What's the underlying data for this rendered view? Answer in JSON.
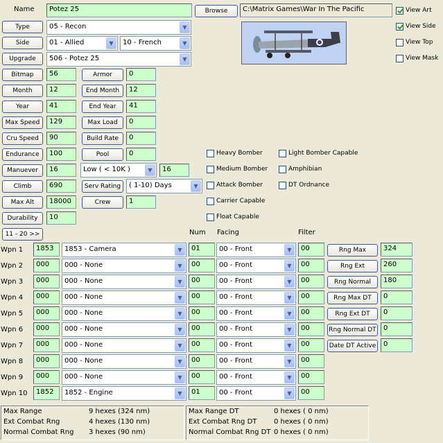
{
  "header": {
    "name_label": "Name",
    "name_value": "Potez 25",
    "browse_label": "Browse",
    "path_value": "C:\\Matrix Games\\War In The Pacific"
  },
  "view_options": [
    {
      "label": "View Art",
      "checked": true
    },
    {
      "label": "View Side",
      "checked": true
    },
    {
      "label": "View Top",
      "checked": false
    },
    {
      "label": "View Mask",
      "checked": false
    }
  ],
  "selectors": {
    "type_label": "Type",
    "type_value": "05 - Recon",
    "side_label": "Side",
    "side_value": "01 - Allied",
    "nation_value": "10 - French",
    "upgrade_label": "Upgrade",
    "upgrade_value": "506 - Potez 25"
  },
  "stats_left": [
    {
      "label": "Bitmap",
      "value": "56"
    },
    {
      "label": "Month",
      "value": "12"
    },
    {
      "label": "Year",
      "value": "41"
    },
    {
      "label": "Max Speed",
      "value": "129"
    },
    {
      "label": "Cru Speed",
      "value": "90"
    },
    {
      "label": "Endurance",
      "value": "100"
    },
    {
      "label": "Manuever",
      "value": "16"
    },
    {
      "label": "Climb",
      "value": "690"
    },
    {
      "label": "Max Alt",
      "value": "18000"
    },
    {
      "label": "Durability",
      "value": "10"
    }
  ],
  "stats_right": [
    {
      "label": "Armor",
      "value": "0"
    },
    {
      "label": "End Month",
      "value": "12"
    },
    {
      "label": "End Year",
      "value": "41"
    },
    {
      "label": "Max Load",
      "value": "0"
    },
    {
      "label": "Build Rate",
      "value": "0"
    },
    {
      "label": "Pool",
      "value": "0"
    }
  ],
  "altitude": {
    "select_value": "Low    ( < 10K )",
    "value": "16"
  },
  "serv_rating": {
    "label": "Serv Rating",
    "select_value": "( 1-10)  Days"
  },
  "crew": {
    "label": "Crew",
    "value": "1"
  },
  "capabilities_left": [
    {
      "label": "Heavy Bomber",
      "checked": false
    },
    {
      "label": "Medium Bomber",
      "checked": false
    },
    {
      "label": "Attack Bomber",
      "checked": false
    },
    {
      "label": "Carrier Capable",
      "checked": false
    },
    {
      "label": "Float Capable",
      "checked": false
    }
  ],
  "capabilities_right": [
    {
      "label": "Light Bomber Capable",
      "checked": false
    },
    {
      "label": "Amphibian",
      "checked": false
    },
    {
      "label": "DT Ordnance",
      "checked": false
    }
  ],
  "weapons_header": {
    "page_button": "11 - 20 >>",
    "num": "Num",
    "facing": "Facing",
    "filter": "Filter"
  },
  "weapons": [
    {
      "label": "Wpn 1",
      "code": "1853",
      "device": "1853 - Camera",
      "num": "01",
      "facing": "00 - Front",
      "filter": "00"
    },
    {
      "label": "Wpn 2",
      "code": "000",
      "device": "000 - None",
      "num": "00",
      "facing": "00 - Front",
      "filter": "00"
    },
    {
      "label": "Wpn 3",
      "code": "000",
      "device": "000 - None",
      "num": "00",
      "facing": "00 - Front",
      "filter": "00"
    },
    {
      "label": "Wpn 4",
      "code": "000",
      "device": "000 - None",
      "num": "00",
      "facing": "00 - Front",
      "filter": "00"
    },
    {
      "label": "Wpn 5",
      "code": "000",
      "device": "000 - None",
      "num": "00",
      "facing": "00 - Front",
      "filter": "00"
    },
    {
      "label": "Wpn 6",
      "code": "000",
      "device": "000 - None",
      "num": "00",
      "facing": "00 - Front",
      "filter": "00"
    },
    {
      "label": "Wpn 7",
      "code": "000",
      "device": "000 - None",
      "num": "00",
      "facing": "00 - Front",
      "filter": "00"
    },
    {
      "label": "Wpn 8",
      "code": "000",
      "device": "000 - None",
      "num": "00",
      "facing": "00 - Front",
      "filter": "00"
    },
    {
      "label": "Wpn 9",
      "code": "000",
      "device": "000 - None",
      "num": "00",
      "facing": "00 - Front",
      "filter": "00"
    },
    {
      "label": "Wpn 10",
      "code": "1852",
      "device": "1852 - Engine",
      "num": "01",
      "facing": "00 - Front",
      "filter": "00"
    }
  ],
  "ranges": [
    {
      "label": "Rng Max",
      "value": "324"
    },
    {
      "label": "Rng Ext",
      "value": "260"
    },
    {
      "label": "Rng Normal",
      "value": "180"
    },
    {
      "label": "Rng Max DT",
      "value": "0"
    },
    {
      "label": "Rng Ext DT",
      "value": "0"
    },
    {
      "label": "Rng Normal DT",
      "value": "0"
    },
    {
      "label": "Date DT Active",
      "value": "0"
    }
  ],
  "summary_left": [
    {
      "label": "Max Range",
      "value": "9 hexes (324 nm)"
    },
    {
      "label": "Ext Combat Rng",
      "value": "4 hexes (130 nm)"
    },
    {
      "label": "Normal Combat Rng",
      "value": "3 hexes (90 nm)"
    }
  ],
  "summary_right": [
    {
      "label": "Max Range DT",
      "value": "0 hexes ( 0 nm)"
    },
    {
      "label": "Ext Combat Rng DT",
      "value": "0 hexes ( 0 nm)"
    },
    {
      "label": "Normal Combat Rng DT",
      "value": "0 hexes ( 0 nm)"
    }
  ],
  "art": {
    "icon": "biplane-art",
    "sky_color": "#BFD2F2",
    "body_color": "#3A3F48"
  },
  "colors": {
    "field_green": "#CCFFCC",
    "window_bg": "#ECE9D8",
    "button_border": "#3C5A96"
  }
}
